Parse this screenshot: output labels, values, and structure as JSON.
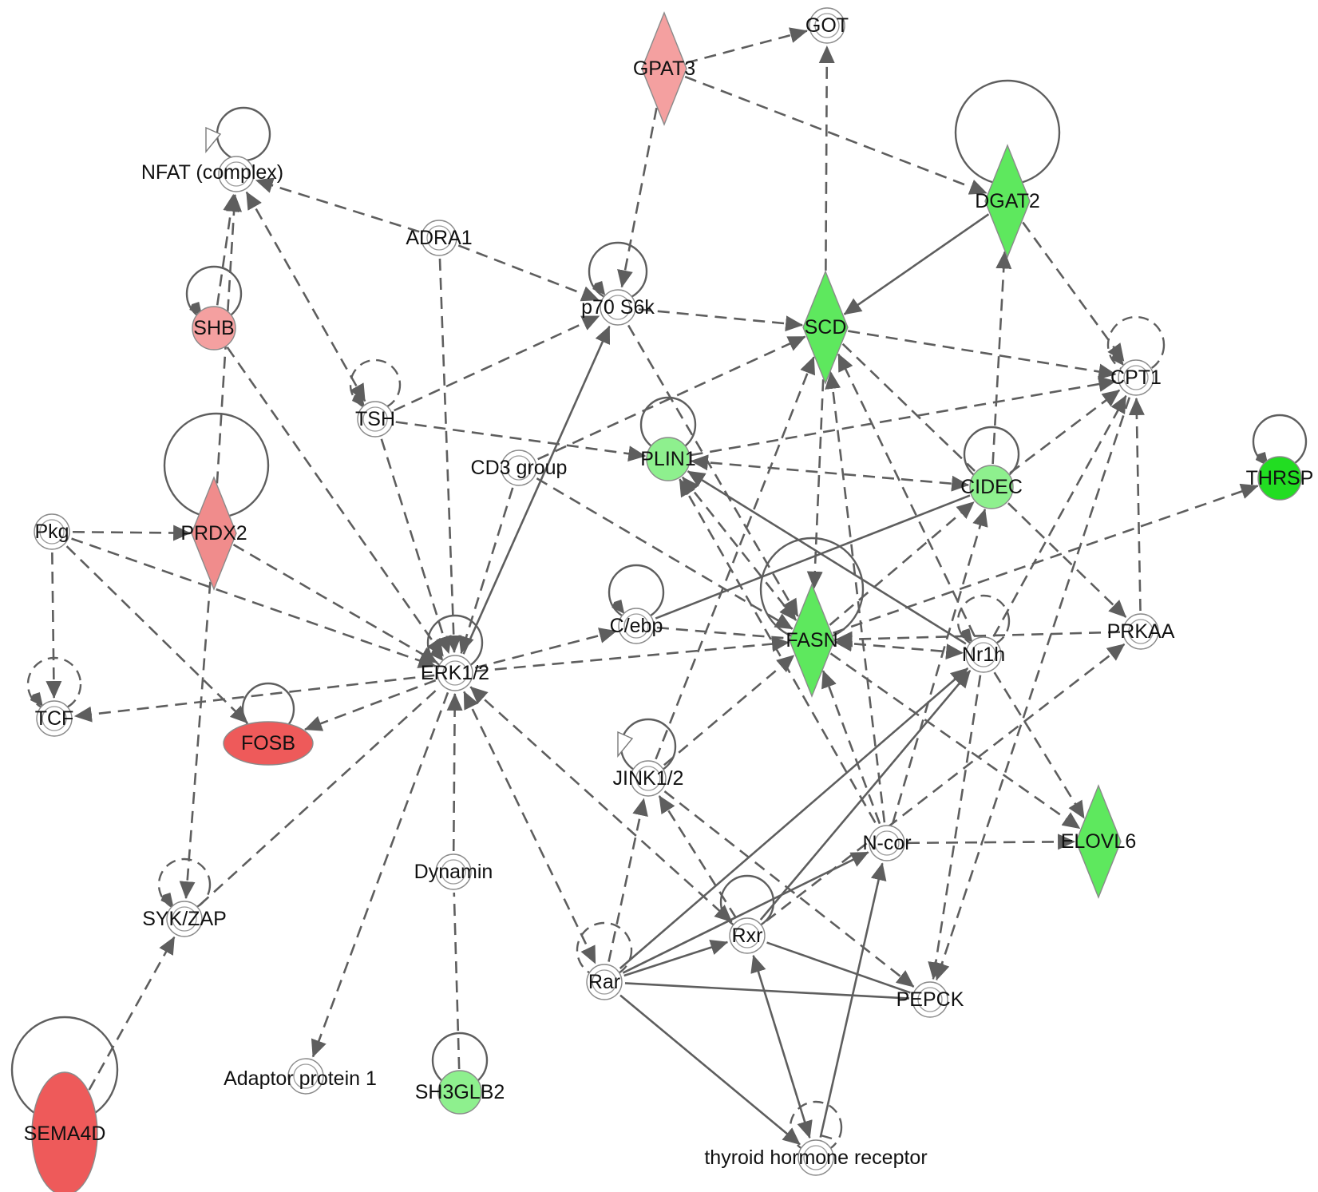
{
  "colors": {
    "edge": "#5e5e5e",
    "neutral_fill": "#ffffff",
    "light_green": "#8ef08e",
    "green": "#5ee85e",
    "bright_green": "#22dd22",
    "light_red": "#f4a0a0",
    "salmon": "#f08c8c",
    "red": "#ee5a5a"
  },
  "nodes": [
    {
      "id": "GOT",
      "label": "GOT",
      "shape": "double-circle",
      "color": "neutral_fill"
    },
    {
      "id": "GPAT3",
      "label": "GPAT3",
      "shape": "diamond",
      "color": "light_red"
    },
    {
      "id": "NFAT",
      "label": "NFAT (complex)",
      "shape": "double-circle",
      "color": "neutral_fill"
    },
    {
      "id": "DGAT2",
      "label": "DGAT2",
      "shape": "diamond",
      "color": "green"
    },
    {
      "id": "ADRA1",
      "label": "ADRA1",
      "shape": "double-circle",
      "color": "neutral_fill"
    },
    {
      "id": "p70S6k",
      "label": "p70 S6k",
      "shape": "double-circle",
      "color": "neutral_fill"
    },
    {
      "id": "SHB",
      "label": "SHB",
      "shape": "circle",
      "color": "light_red"
    },
    {
      "id": "SCD",
      "label": "SCD",
      "shape": "diamond",
      "color": "green"
    },
    {
      "id": "CPT1",
      "label": "CPT1",
      "shape": "double-circle",
      "color": "neutral_fill"
    },
    {
      "id": "TSH",
      "label": "TSH",
      "shape": "double-circle",
      "color": "neutral_fill"
    },
    {
      "id": "THRSP",
      "label": "THRSP",
      "shape": "circle",
      "color": "bright_green"
    },
    {
      "id": "PLIN1",
      "label": "PLIN1",
      "shape": "circle",
      "color": "light_green"
    },
    {
      "id": "CD3",
      "label": "CD3 group",
      "shape": "double-circle",
      "color": "neutral_fill"
    },
    {
      "id": "CIDEC",
      "label": "CIDEC",
      "shape": "circle",
      "color": "light_green"
    },
    {
      "id": "Pkg",
      "label": "Pkg",
      "shape": "double-circle",
      "color": "neutral_fill"
    },
    {
      "id": "PRDX2",
      "label": "PRDX2",
      "shape": "diamond",
      "color": "salmon"
    },
    {
      "id": "Cebp",
      "label": "C/ebp",
      "shape": "double-circle",
      "color": "neutral_fill"
    },
    {
      "id": "PRKAA",
      "label": "PRKAA",
      "shape": "double-circle",
      "color": "neutral_fill"
    },
    {
      "id": "FASN",
      "label": "FASN",
      "shape": "diamond",
      "color": "green"
    },
    {
      "id": "Nr1h",
      "label": "Nr1h",
      "shape": "double-circle",
      "color": "neutral_fill"
    },
    {
      "id": "ERK",
      "label": "ERK1/2",
      "shape": "double-circle",
      "color": "neutral_fill"
    },
    {
      "id": "TCF",
      "label": "TCF",
      "shape": "double-circle",
      "color": "neutral_fill"
    },
    {
      "id": "FOSB",
      "label": "FOSB",
      "shape": "ellipse",
      "color": "red"
    },
    {
      "id": "JNK",
      "label": "JINK1/2",
      "shape": "double-circle",
      "color": "neutral_fill"
    },
    {
      "id": "Ncor",
      "label": "N-cor",
      "shape": "double-circle",
      "color": "neutral_fill"
    },
    {
      "id": "ELOVL6",
      "label": "ELOVL6",
      "shape": "diamond",
      "color": "green"
    },
    {
      "id": "Dynamin",
      "label": "Dynamin",
      "shape": "double-circle",
      "color": "neutral_fill"
    },
    {
      "id": "SYK",
      "label": "SYK/ZAP",
      "shape": "double-circle",
      "color": "neutral_fill"
    },
    {
      "id": "Rxr",
      "label": "Rxr",
      "shape": "double-circle",
      "color": "neutral_fill"
    },
    {
      "id": "Rar",
      "label": "Rar",
      "shape": "double-circle",
      "color": "neutral_fill"
    },
    {
      "id": "PEPCK",
      "label": "PEPCK",
      "shape": "double-circle",
      "color": "neutral_fill"
    },
    {
      "id": "AP1",
      "label": "Adaptor protein 1",
      "shape": "double-circle",
      "color": "neutral_fill"
    },
    {
      "id": "SH3GLB2",
      "label": "SH3GLB2",
      "shape": "circle",
      "color": "light_green"
    },
    {
      "id": "SEMA4D",
      "label": "SEMA4D",
      "shape": "ellipse-tall",
      "color": "red"
    },
    {
      "id": "THR",
      "label": "thyroid hormone receptor",
      "shape": "double-circle",
      "color": "neutral_fill"
    }
  ],
  "edges": [
    {
      "from": "GPAT3",
      "to": "GOT",
      "style": "dashed",
      "arrow": "end"
    },
    {
      "from": "GPAT3",
      "to": "DGAT2",
      "style": "dashed",
      "arrow": "end"
    },
    {
      "from": "GPAT3",
      "to": "p70S6k",
      "style": "dashed",
      "arrow": "end"
    },
    {
      "from": "SCD",
      "to": "GOT",
      "style": "dashed",
      "arrow": "end"
    },
    {
      "from": "DGAT2",
      "to": "SCD",
      "style": "solid",
      "arrow": "end"
    },
    {
      "from": "DGAT2",
      "to": "CPT1",
      "style": "dashed",
      "arrow": "end"
    },
    {
      "from": "CIDEC",
      "to": "DGAT2",
      "style": "dashed",
      "arrow": "end"
    },
    {
      "from": "ADRA1",
      "to": "NFAT",
      "style": "dashed",
      "arrow": "end"
    },
    {
      "from": "ADRA1",
      "to": "p70S6k",
      "style": "dashed",
      "arrow": "end"
    },
    {
      "from": "ADRA1",
      "to": "ERK",
      "style": "dashed",
      "arrow": "end"
    },
    {
      "from": "p70S6k",
      "to": "SCD",
      "style": "dashed",
      "arrow": "end"
    },
    {
      "from": "p70S6k",
      "to": "FASN",
      "style": "dashed",
      "arrow": "end"
    },
    {
      "from": "TSH",
      "to": "p70S6k",
      "style": "dashed",
      "arrow": "end"
    },
    {
      "from": "TSH",
      "to": "PLIN1",
      "style": "dashed",
      "arrow": "end"
    },
    {
      "from": "TSH",
      "to": "ERK",
      "style": "dashed",
      "arrow": "end"
    },
    {
      "from": "NFAT",
      "to": "TSH",
      "style": "dashed",
      "arrow": "both"
    },
    {
      "from": "SHB",
      "to": "NFAT",
      "style": "dashed",
      "arrow": "end"
    },
    {
      "from": "SHB",
      "to": "ERK",
      "style": "dashed",
      "arrow": "end"
    },
    {
      "from": "PRDX2",
      "to": "NFAT",
      "style": "dashed",
      "arrow": "end"
    },
    {
      "from": "PRDX2",
      "to": "SYK",
      "style": "dashed",
      "arrow": "end"
    },
    {
      "from": "PRDX2",
      "to": "ERK",
      "style": "dashed",
      "arrow": "end"
    },
    {
      "from": "Pkg",
      "to": "PRDX2",
      "style": "dashed",
      "arrow": "end"
    },
    {
      "from": "Pkg",
      "to": "ERK",
      "style": "dashed",
      "arrow": "end"
    },
    {
      "from": "Pkg",
      "to": "TCF",
      "style": "dashed",
      "arrow": "end"
    },
    {
      "from": "Pkg",
      "to": "FOSB",
      "style": "dashed",
      "arrow": "end"
    },
    {
      "from": "ERK",
      "to": "TCF",
      "style": "dashed",
      "arrow": "end"
    },
    {
      "from": "ERK",
      "to": "FOSB",
      "style": "dashed",
      "arrow": "end"
    },
    {
      "from": "ERK",
      "to": "p70S6k",
      "style": "solid",
      "arrow": "end"
    },
    {
      "from": "ERK",
      "to": "Cebp",
      "style": "dashed",
      "arrow": "end"
    },
    {
      "from": "ERK",
      "to": "FASN",
      "style": "dashed",
      "arrow": "end"
    },
    {
      "from": "ERK",
      "to": "AP1",
      "style": "dashed",
      "arrow": "end"
    },
    {
      "from": "ERK",
      "to": "Rar",
      "style": "dashed",
      "arrow": "both"
    },
    {
      "from": "ERK",
      "to": "Rxr",
      "style": "dashed",
      "arrow": "both"
    },
    {
      "from": "CD3",
      "to": "ERK",
      "style": "dashed",
      "arrow": "end"
    },
    {
      "from": "CD3",
      "to": "SCD",
      "style": "dashed",
      "arrow": "end"
    },
    {
      "from": "CD3",
      "to": "FASN",
      "style": "dashed",
      "arrow": "end"
    },
    {
      "from": "Dynamin",
      "to": "ERK",
      "style": "dashed",
      "arrow": "end"
    },
    {
      "from": "SH3GLB2",
      "to": "Dynamin",
      "style": "dashed",
      "arrow": "none"
    },
    {
      "from": "SYK",
      "to": "ERK",
      "style": "dashed",
      "arrow": "none"
    },
    {
      "from": "SEMA4D",
      "to": "SYK",
      "style": "dashed",
      "arrow": "end"
    },
    {
      "from": "SCD",
      "to": "CPT1",
      "style": "dashed",
      "arrow": "end"
    },
    {
      "from": "SCD",
      "to": "FASN",
      "style": "dashed",
      "arrow": "end"
    },
    {
      "from": "SCD",
      "to": "CIDEC",
      "style": "dashed",
      "arrow": "none"
    },
    {
      "from": "Nr1h",
      "to": "SCD",
      "style": "dashed",
      "arrow": "end"
    },
    {
      "from": "Ncor",
      "to": "SCD",
      "style": "dashed",
      "arrow": "end"
    },
    {
      "from": "JNK",
      "to": "SCD",
      "style": "dashed",
      "arrow": "end"
    },
    {
      "from": "PLIN1",
      "to": "CPT1",
      "style": "dashed",
      "arrow": "end"
    },
    {
      "from": "PLIN1",
      "to": "CIDEC",
      "style": "dashed",
      "arrow": "both"
    },
    {
      "from": "PLIN1",
      "to": "Nr1h",
      "style": "solid",
      "arrow": "start"
    },
    {
      "from": "PLIN1",
      "to": "FASN",
      "style": "dashed",
      "arrow": "both"
    },
    {
      "from": "PLIN1",
      "to": "Ncor",
      "style": "dashed",
      "arrow": "start"
    },
    {
      "from": "CIDEC",
      "to": "CPT1",
      "style": "dashed",
      "arrow": "end"
    },
    {
      "from": "CIDEC",
      "to": "Cebp",
      "style": "solid",
      "arrow": "none"
    },
    {
      "from": "CIDEC",
      "to": "PRKAA",
      "style": "dashed",
      "arrow": "end"
    },
    {
      "from": "FASN",
      "to": "CIDEC",
      "style": "dashed",
      "arrow": "end"
    },
    {
      "from": "Ncor",
      "to": "CIDEC",
      "style": "dashed",
      "arrow": "end"
    },
    {
      "from": "Nr1h",
      "to": "CPT1",
      "style": "dashed",
      "arrow": "end"
    },
    {
      "from": "PRKAA",
      "to": "CPT1",
      "style": "dashed",
      "arrow": "end"
    },
    {
      "from": "FASN",
      "to": "THRSP",
      "style": "dashed",
      "arrow": "end"
    },
    {
      "from": "Cebp",
      "to": "FASN",
      "style": "dashed",
      "arrow": "none"
    },
    {
      "from": "FASN",
      "to": "Nr1h",
      "style": "dashed",
      "arrow": "both"
    },
    {
      "from": "PRKAA",
      "to": "FASN",
      "style": "dashed",
      "arrow": "end"
    },
    {
      "from": "FASN",
      "to": "ELOVL6",
      "style": "dashed",
      "arrow": "end"
    },
    {
      "from": "JNK",
      "to": "FASN",
      "style": "dashed",
      "arrow": "end"
    },
    {
      "from": "Ncor",
      "to": "FASN",
      "style": "dashed",
      "arrow": "end"
    },
    {
      "from": "Nr1h",
      "to": "ELOVL6",
      "style": "dashed",
      "arrow": "end"
    },
    {
      "from": "Nr1h",
      "to": "PEPCK",
      "style": "dashed",
      "arrow": "end"
    },
    {
      "from": "Rar",
      "to": "Nr1h",
      "style": "solid",
      "arrow": "end"
    },
    {
      "from": "Rxr",
      "to": "Nr1h",
      "style": "solid",
      "arrow": "end"
    },
    {
      "from": "Ncor",
      "to": "ELOVL6",
      "style": "dashed",
      "arrow": "end"
    },
    {
      "from": "Rar",
      "to": "Ncor",
      "style": "solid",
      "arrow": "end"
    },
    {
      "from": "THR",
      "to": "Ncor",
      "style": "solid",
      "arrow": "end"
    },
    {
      "from": "CPT1",
      "to": "PEPCK",
      "style": "dashed",
      "arrow": "end"
    },
    {
      "from": "PRKAA",
      "to": "Rxr",
      "style": "dashed",
      "arrow": "start"
    },
    {
      "from": "Rar",
      "to": "JNK",
      "style": "dashed",
      "arrow": "end"
    },
    {
      "from": "Rxr",
      "to": "JNK",
      "style": "dashed",
      "arrow": "end"
    },
    {
      "from": "JNK",
      "to": "PEPCK",
      "style": "dashed",
      "arrow": "end"
    },
    {
      "from": "Rar",
      "to": "Rxr",
      "style": "solid",
      "arrow": "end"
    },
    {
      "from": "Rar",
      "to": "PEPCK",
      "style": "solid",
      "arrow": "none"
    },
    {
      "from": "Rxr",
      "to": "PEPCK",
      "style": "solid",
      "arrow": "none"
    },
    {
      "from": "Rar",
      "to": "THR",
      "style": "solid",
      "arrow": "end"
    },
    {
      "from": "Rxr",
      "to": "THR",
      "style": "solid",
      "arrow": "both"
    }
  ],
  "self_loops": [
    {
      "node": "NFAT",
      "style": "solid",
      "arrow": "open"
    },
    {
      "node": "SHB",
      "style": "solid",
      "arrow": "end"
    },
    {
      "node": "PRDX2",
      "style": "solid",
      "arrow": "none"
    },
    {
      "node": "DGAT2",
      "style": "solid",
      "arrow": "none"
    },
    {
      "node": "p70S6k",
      "style": "solid",
      "arrow": "end"
    },
    {
      "node": "CPT1",
      "style": "dashed",
      "arrow": "end"
    },
    {
      "node": "TSH",
      "style": "dashed",
      "arrow": "end"
    },
    {
      "node": "THRSP",
      "style": "solid",
      "arrow": "end"
    },
    {
      "node": "PLIN1",
      "style": "solid",
      "arrow": "none"
    },
    {
      "node": "CIDEC",
      "style": "solid",
      "arrow": "none"
    },
    {
      "node": "Cebp",
      "style": "solid",
      "arrow": "end"
    },
    {
      "node": "FASN",
      "style": "solid",
      "arrow": "none"
    },
    {
      "node": "Nr1h",
      "style": "dashed",
      "arrow": "end"
    },
    {
      "node": "ERK",
      "style": "solid",
      "arrow": "end"
    },
    {
      "node": "TCF",
      "style": "dashed",
      "arrow": "end"
    },
    {
      "node": "FOSB",
      "style": "solid",
      "arrow": "none"
    },
    {
      "node": "JNK",
      "style": "solid",
      "arrow": "open"
    },
    {
      "node": "SYK",
      "style": "dashed",
      "arrow": "end"
    },
    {
      "node": "Rxr",
      "style": "solid",
      "arrow": "none"
    },
    {
      "node": "Rar",
      "style": "dashed",
      "arrow": "none"
    },
    {
      "node": "SH3GLB2",
      "style": "solid",
      "arrow": "none"
    },
    {
      "node": "SEMA4D",
      "style": "solid",
      "arrow": "none"
    },
    {
      "node": "THR",
      "style": "dashed",
      "arrow": "tee"
    }
  ]
}
